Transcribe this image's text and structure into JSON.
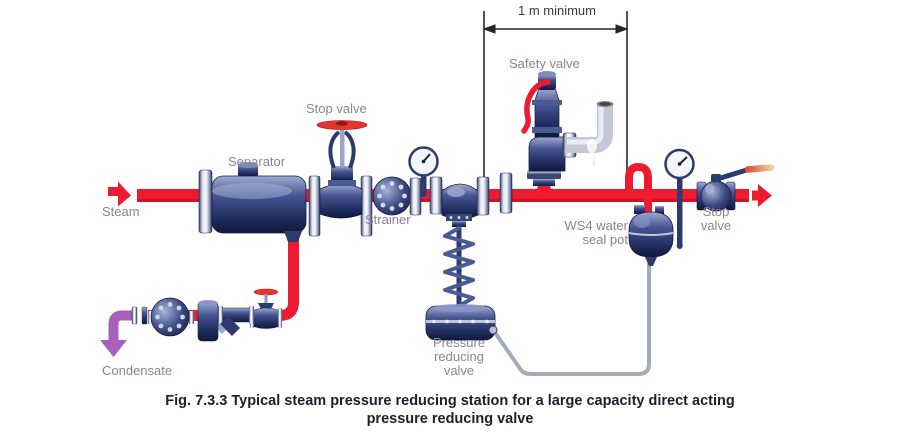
{
  "figure": {
    "caption_line1": "Fig. 7.3.3 Typical steam pressure reducing station for a large capacity direct acting",
    "caption_line2": "pressure reducing valve"
  },
  "labels": {
    "steam": "Steam",
    "separator": "Separator",
    "stop_valve_upstream": "Stop valve",
    "strainer": "Strainer",
    "safety_valve": "Safety valve",
    "dimension_note": "1 m minimum",
    "water_seal_pot_line1": "WS4 water",
    "water_seal_pot_line2": "seal pot",
    "prv_line1": "Pressure",
    "prv_line2": "reducing",
    "prv_line3": "valve",
    "stop_valve_downstream_line1": "Stop",
    "stop_valve_downstream_line2": "valve",
    "condensate": "Condensate"
  },
  "colors": {
    "steam_pipe": "#ed1b2f",
    "condensate_pipe": "#a860ba",
    "metal_dark": "#2c3a6e",
    "label_text": "#8d8194",
    "dimension_text": "#3c3842",
    "caption_text": "#1e1e2d"
  }
}
